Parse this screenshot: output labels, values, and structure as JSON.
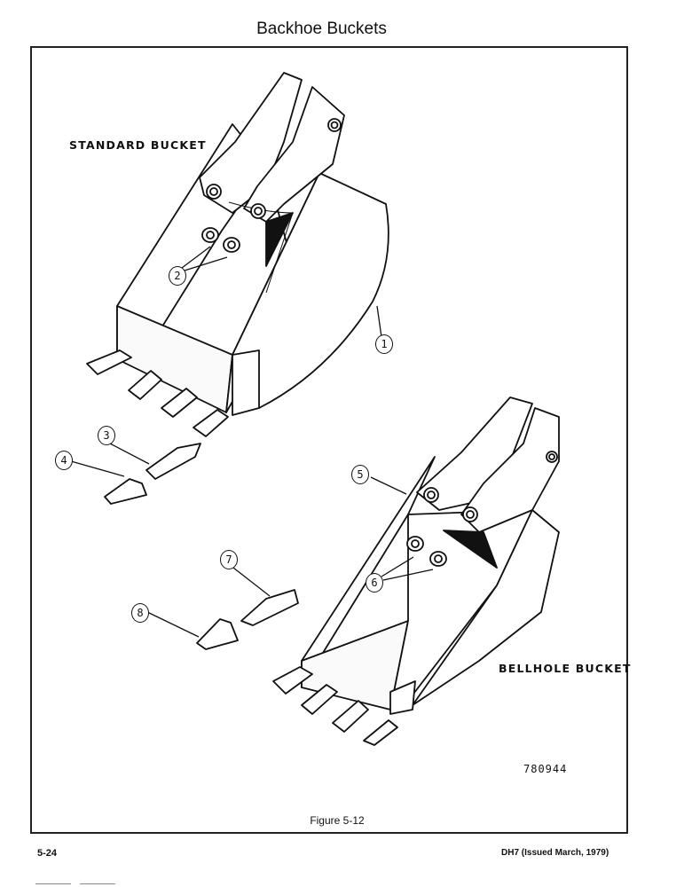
{
  "header": {
    "title": "Backhoe Buckets"
  },
  "figure": {
    "labels": {
      "standard": "STANDARD BUCKET",
      "bellhole": "BELLHOLE BUCKET"
    },
    "callouts": [
      {
        "id": "1",
        "part": "standard-bucket"
      },
      {
        "id": "2",
        "part": "standard-bucket-pins"
      },
      {
        "id": "3",
        "part": "standard-tooth-shank"
      },
      {
        "id": "4",
        "part": "standard-tooth-tip"
      },
      {
        "id": "5",
        "part": "bellhole-bucket"
      },
      {
        "id": "6",
        "part": "bellhole-bucket-pins"
      },
      {
        "id": "7",
        "part": "bellhole-tooth-shank"
      },
      {
        "id": "8",
        "part": "bellhole-tooth-tip"
      }
    ],
    "number": "780944",
    "caption": "Figure 5-12"
  },
  "footer": {
    "page_number": "5-24",
    "doc_id": "DH7 (Issued March, 1979)"
  }
}
